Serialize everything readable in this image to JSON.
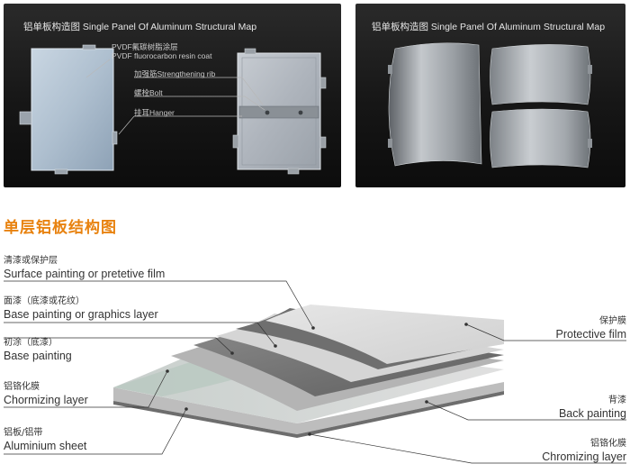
{
  "top_left": {
    "title": "铝单板构造图  Single Panel Of Aluminum Structural Map",
    "callouts": {
      "coating_cn": "PVDF氟碳树脂涂层",
      "coating_en": "PVDF fluorocarbon resin coat",
      "rib": "加强筋Strengthening rib",
      "bolt": "螺栓Bolt",
      "hanger": "挂耳Hanger"
    }
  },
  "top_right": {
    "title": "铝单板构造图  Single Panel Of Aluminum Structural Map"
  },
  "section_heading": "单层铝板结构图",
  "layers_left": [
    {
      "cn": "清漆或保护层",
      "en": "Surface painting or pretetive film"
    },
    {
      "cn": "面漆（底漆或花纹）",
      "en": "Base painting or graphics layer"
    },
    {
      "cn": "初涂（底漆）",
      "en": "Base painting"
    },
    {
      "cn": "铝铬化膜",
      "en": "Chormizing layer"
    },
    {
      "cn": "铝板/铝带",
      "en": "Aluminium sheet"
    }
  ],
  "layers_right": [
    {
      "cn": "保护膜",
      "en": "Protective film"
    },
    {
      "cn": "背漆",
      "en": "Back painting"
    },
    {
      "cn": "铝铬化膜",
      "en": "Chromizing layer"
    }
  ],
  "colors": {
    "accent": "#e8820f",
    "panel_bg": "#161616"
  }
}
